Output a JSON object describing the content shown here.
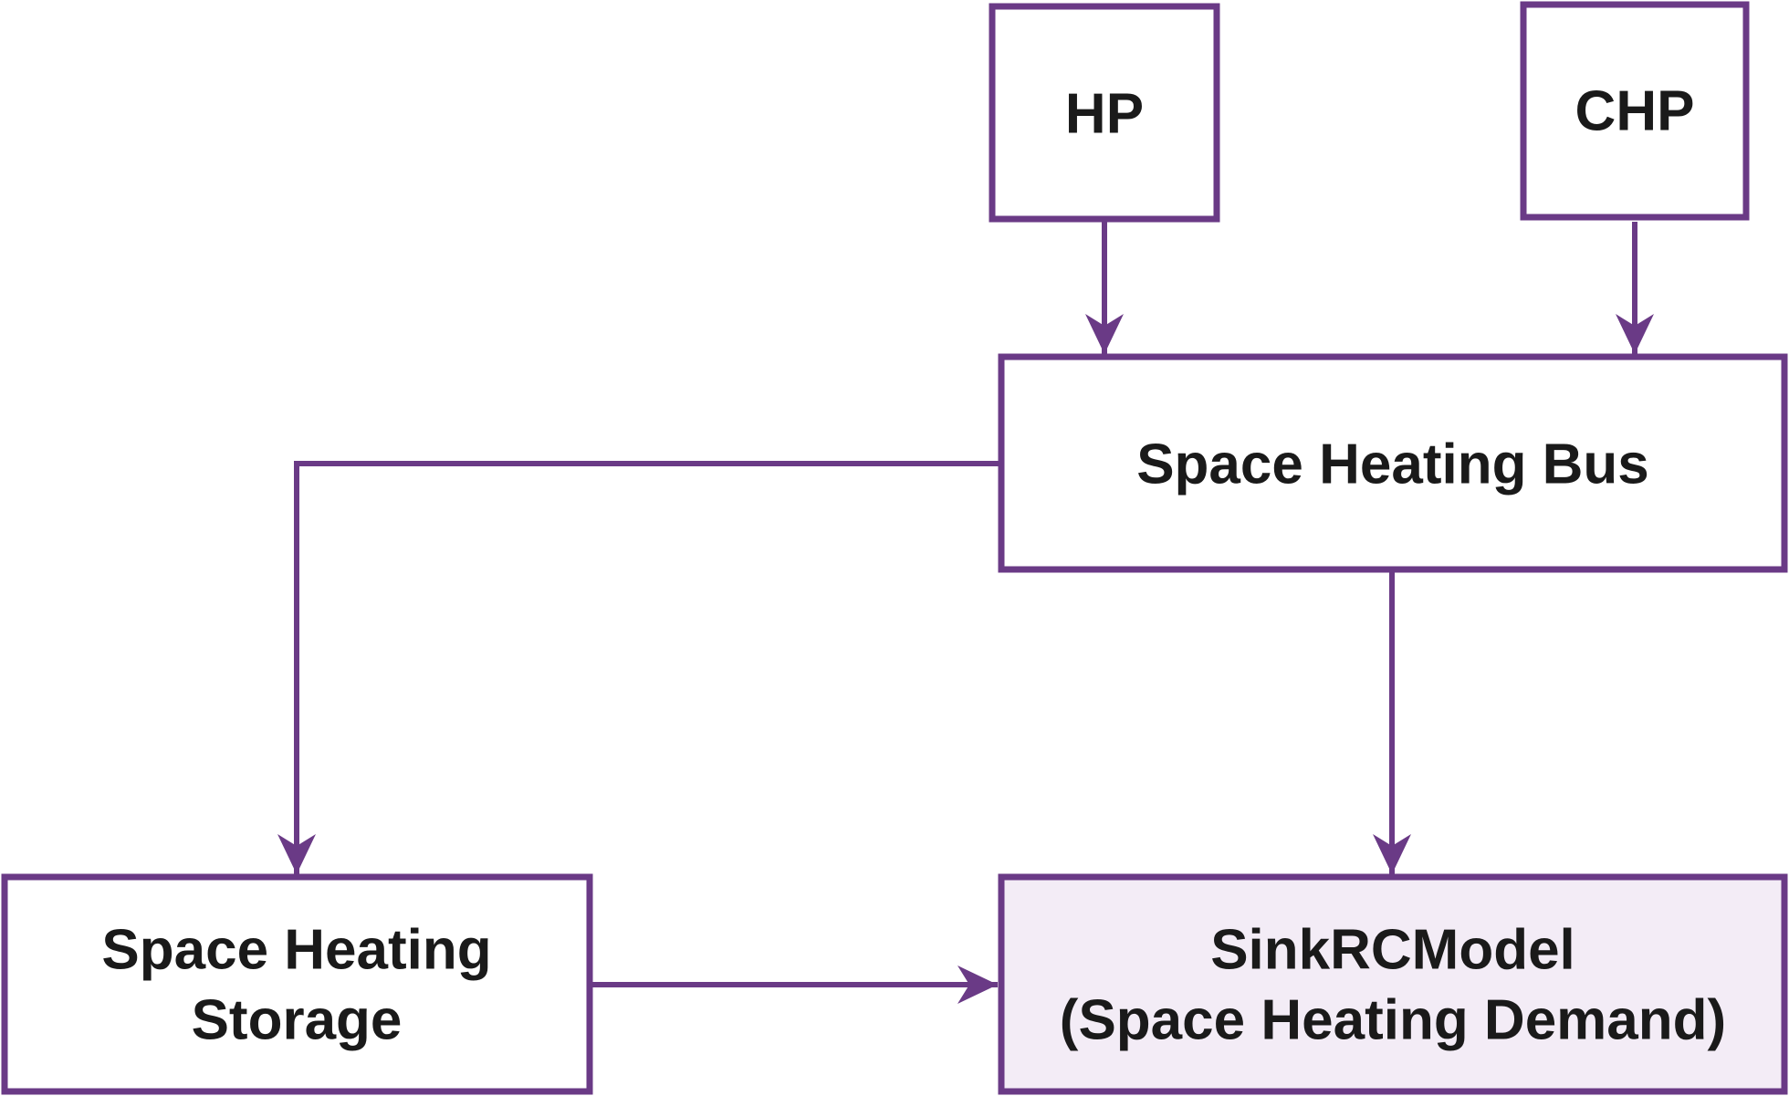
{
  "colors": {
    "stroke": "#6a3a86",
    "sink_fill": "#f3ecf6",
    "text": "#1a1a1a",
    "background": "#ffffff"
  },
  "nodes": {
    "hp": {
      "label": "HP"
    },
    "chp": {
      "label": "CHP"
    },
    "bus": {
      "label": "Space Heating Bus"
    },
    "storage": {
      "line1": "Space Heating",
      "line2": "Storage"
    },
    "sink": {
      "line1": "SinkRCModel",
      "line2": "(Space Heating Demand)"
    }
  },
  "edges": [
    {
      "from": "HP",
      "to": "Space Heating Bus"
    },
    {
      "from": "CHP",
      "to": "Space Heating Bus"
    },
    {
      "from": "Space Heating Bus",
      "to": "Space Heating Storage"
    },
    {
      "from": "Space Heating Bus",
      "to": "SinkRCModel"
    },
    {
      "from": "Space Heating Storage",
      "to": "SinkRCModel"
    }
  ]
}
